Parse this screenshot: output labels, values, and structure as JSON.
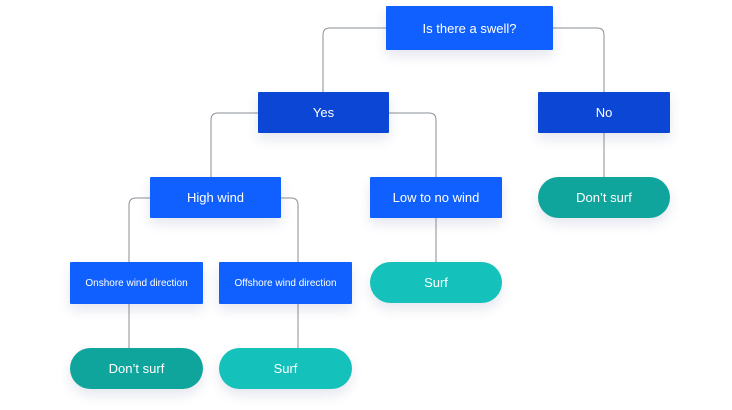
{
  "nodes": {
    "swell_question": "Is there a swell?",
    "yes": "Yes",
    "no": "No",
    "no_outcome": "Don’t surf",
    "high_wind": "High wind",
    "low_wind": "Low to no wind",
    "low_wind_outcome": "Surf",
    "onshore": "Onshore wind direction",
    "offshore": "Offshore wind direction",
    "onshore_outcome": "Don’t surf",
    "offshore_outcome": "Surf"
  },
  "colors": {
    "question_node": "#1060ff",
    "answer_node": "#0b47d4",
    "dont_surf_pill": "#10a59c",
    "surf_pill": "#14c1bb",
    "connector": "#8a8f96"
  }
}
